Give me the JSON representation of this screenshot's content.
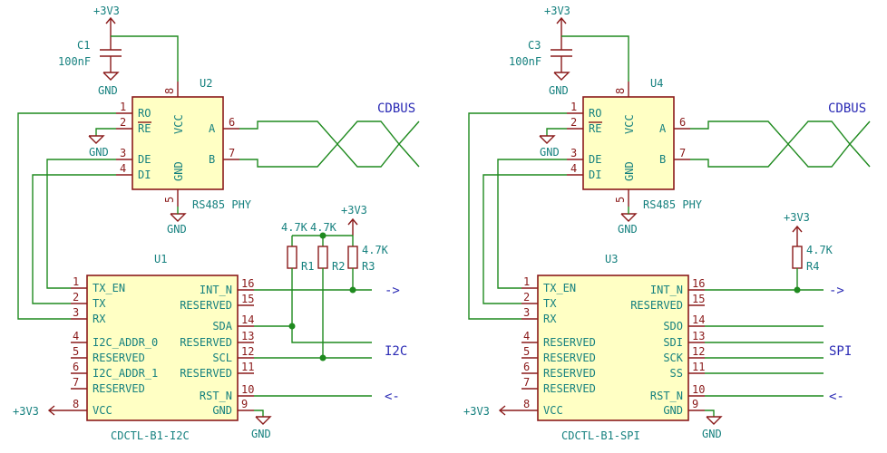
{
  "left": {
    "power_top": "+3V3",
    "cap_ref": "C1",
    "cap_val": "100nF",
    "cap_gnd": "GND",
    "phy_ref": "U2",
    "phy_value": "RS485 PHY",
    "phy_left_pins": [
      {
        "num": "1",
        "name": "RO"
      },
      {
        "num": "2",
        "name": "RE"
      },
      {
        "num": "3",
        "name": "DE"
      },
      {
        "num": "4",
        "name": "DI"
      }
    ],
    "phy_right_pins": [
      {
        "num": "6",
        "name": "A"
      },
      {
        "num": "7",
        "name": "B"
      }
    ],
    "phy_vcc": {
      "num": "8",
      "name": "VCC"
    },
    "phy_gnd": {
      "num": "5",
      "name": "GND"
    },
    "phy_gnd_label": "GND",
    "re_gnd_label": "GND",
    "phy_gnd_bottom": "GND",
    "bus_label": "CDBUS",
    "ctl_ref": "U1",
    "ctl_value": "CDCTL-B1-I2C",
    "ctl_left_pins": [
      {
        "num": "1",
        "name": "TX_EN"
      },
      {
        "num": "2",
        "name": "TX"
      },
      {
        "num": "3",
        "name": "RX"
      },
      {
        "num": "4",
        "name": "I2C_ADDR_0"
      },
      {
        "num": "5",
        "name": "RESERVED"
      },
      {
        "num": "6",
        "name": "I2C_ADDR_1"
      },
      {
        "num": "7",
        "name": "RESERVED"
      },
      {
        "num": "8",
        "name": "VCC"
      }
    ],
    "ctl_right_pins": [
      {
        "num": "16",
        "name": "INT_N"
      },
      {
        "num": "15",
        "name": "RESERVED"
      },
      {
        "num": "14",
        "name": "SDA"
      },
      {
        "num": "13",
        "name": "RESERVED"
      },
      {
        "num": "12",
        "name": "SCL"
      },
      {
        "num": "11",
        "name": "RESERVED"
      },
      {
        "num": "10",
        "name": "RST_N"
      },
      {
        "num": "9",
        "name": "GND"
      }
    ],
    "vcc_label": "+3V3",
    "gnd_label": "GND",
    "res_power": "+3V3",
    "res_values": [
      "4.7K",
      "4.7K",
      "4.7K"
    ],
    "res_refs": [
      "R1",
      "R2",
      "R3"
    ],
    "arrow_out": "->",
    "arrow_in": "<-",
    "bus_name": "I2C"
  },
  "right": {
    "power_top": "+3V3",
    "cap_ref": "C3",
    "cap_val": "100nF",
    "cap_gnd": "GND",
    "phy_ref": "U4",
    "phy_value": "RS485 PHY",
    "phy_left_pins": [
      {
        "num": "1",
        "name": "RO"
      },
      {
        "num": "2",
        "name": "RE"
      },
      {
        "num": "3",
        "name": "DE"
      },
      {
        "num": "4",
        "name": "DI"
      }
    ],
    "phy_right_pins": [
      {
        "num": "6",
        "name": "A"
      },
      {
        "num": "7",
        "name": "B"
      }
    ],
    "phy_vcc": {
      "num": "8",
      "name": "VCC"
    },
    "phy_gnd": {
      "num": "5",
      "name": "GND"
    },
    "phy_gnd_label": "GND",
    "re_gnd_label": "GND",
    "phy_gnd_bottom": "GND",
    "bus_label": "CDBUS",
    "ctl_ref": "U3",
    "ctl_value": "CDCTL-B1-SPI",
    "ctl_left_pins": [
      {
        "num": "1",
        "name": "TX_EN"
      },
      {
        "num": "2",
        "name": "TX"
      },
      {
        "num": "3",
        "name": "RX"
      },
      {
        "num": "4",
        "name": "RESERVED"
      },
      {
        "num": "5",
        "name": "RESERVED"
      },
      {
        "num": "6",
        "name": "RESERVED"
      },
      {
        "num": "7",
        "name": "RESERVED"
      },
      {
        "num": "8",
        "name": "VCC"
      }
    ],
    "ctl_right_pins": [
      {
        "num": "16",
        "name": "INT_N"
      },
      {
        "num": "15",
        "name": "RESERVED"
      },
      {
        "num": "14",
        "name": "SDO"
      },
      {
        "num": "13",
        "name": "SDI"
      },
      {
        "num": "12",
        "name": "SCK"
      },
      {
        "num": "11",
        "name": "SS"
      },
      {
        "num": "10",
        "name": "RST_N"
      },
      {
        "num": "9",
        "name": "GND"
      }
    ],
    "vcc_label": "+3V3",
    "gnd_label": "GND",
    "res_power": "+3V3",
    "res_values": [
      "4.7K"
    ],
    "res_refs": [
      "R4"
    ],
    "arrow_out": "->",
    "arrow_in": "<-",
    "bus_name": "SPI"
  },
  "colors": {
    "wire": "#1f8a1f",
    "component": "#8a1a1a",
    "chip_fill": "#ffffc4",
    "label": "#16817f",
    "net_label": "#2b2bb5"
  }
}
